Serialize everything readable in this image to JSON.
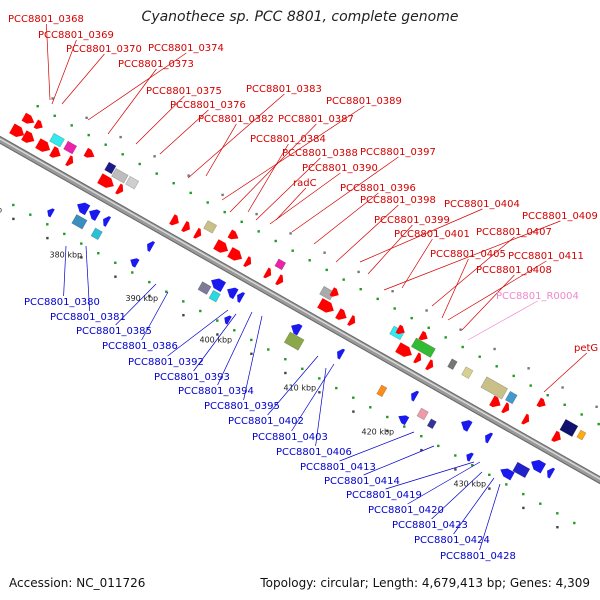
{
  "title": "Cyanothece sp. PCC 8801, complete genome",
  "accession": "Accession: NC_011726",
  "topology": "Topology: circular; Length: 4,679,413 bp; Genes: 4,309",
  "colors": {
    "top_label": "#d40000",
    "bottom_label": "#0000cc",
    "rna_label": "#ee88cc",
    "backbone": "#999999",
    "forward_arrow": "#ff0000",
    "reverse_arrow": "#1a1aee"
  },
  "kbp_ticks": [
    "370 kbp",
    "380 kbp",
    "390 kbp",
    "400 kbp",
    "410 kbp",
    "420 kbp",
    "430 kbp"
  ],
  "top_labels": [
    "PCC8801_0368",
    "PCC8801_0369",
    "PCC8801_0370",
    "PCC8801_0374",
    "PCC8801_0373",
    "PCC8801_0375",
    "PCC8801_0376",
    "PCC8801_0383",
    "PCC8801_0382",
    "PCC8801_0389",
    "PCC8801_0387",
    "PCC8801_0384",
    "PCC8801_0388",
    "PCC8801_0390",
    "PCC8801_0397",
    "radC",
    "PCC8801_0396",
    "PCC8801_0398",
    "PCC8801_0404",
    "PCC8801_0399",
    "PCC8801_0409",
    "PCC8801_0401",
    "PCC8801_0407",
    "PCC8801_0405",
    "PCC8801_0411",
    "PCC8801_0408",
    "PCC8801_R0004",
    "petG"
  ],
  "bottom_labels": [
    "PCC8801_0380",
    "PCC8801_0381",
    "PCC8801_0385",
    "PCC8801_0386",
    "PCC8801_0392",
    "PCC8801_0393",
    "PCC8801_0394",
    "PCC8801_0395",
    "PCC8801_0402",
    "PCC8801_0403",
    "PCC8801_0406",
    "PCC8801_0413",
    "PCC8801_0414",
    "PCC8801_0419",
    "PCC8801_0420",
    "PCC8801_0423",
    "PCC8801_0424",
    "PCC8801_0428"
  ]
}
